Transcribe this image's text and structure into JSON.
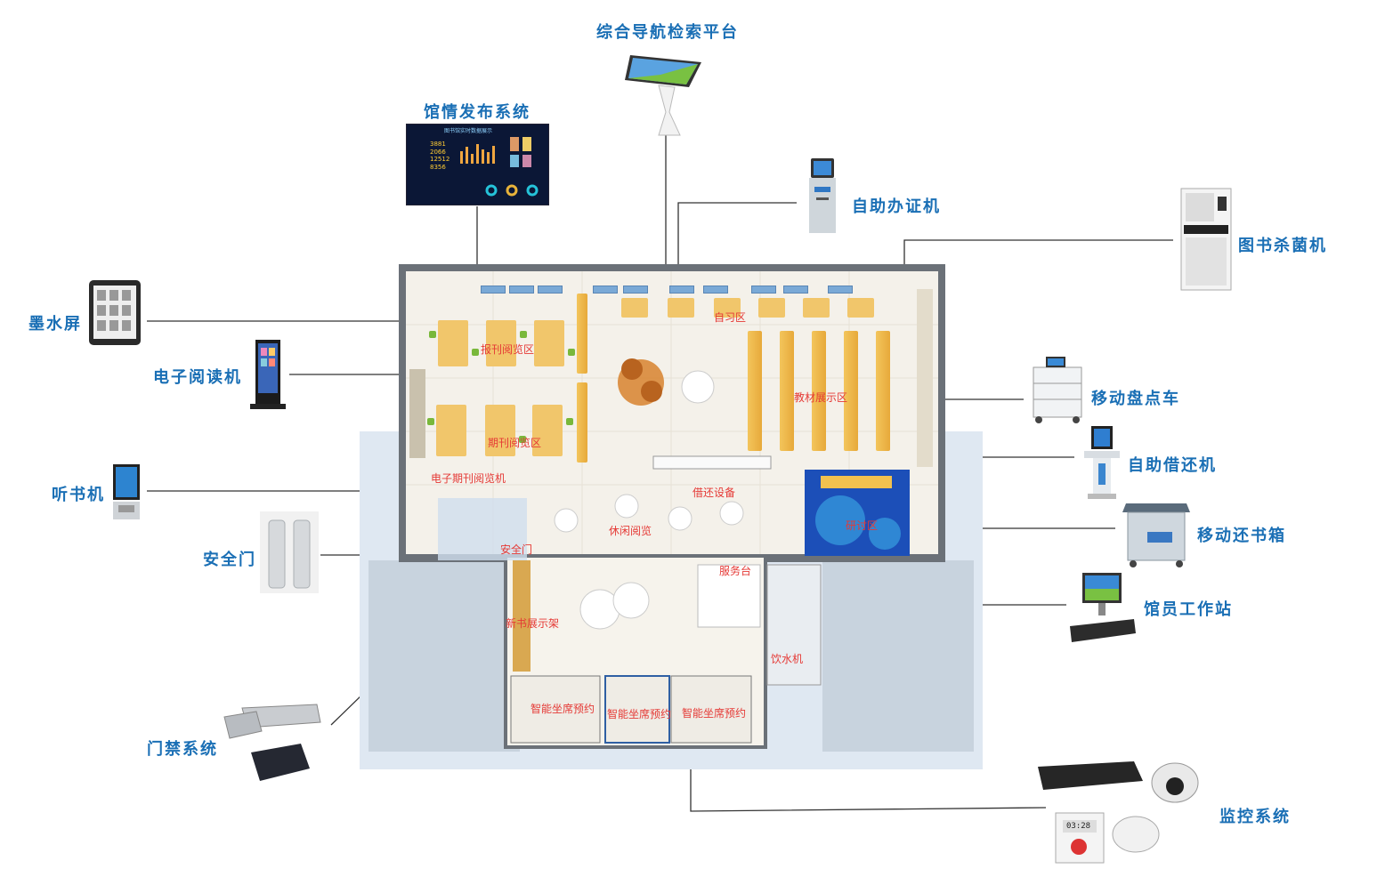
{
  "callouts": {
    "nav_platform": "综合导航检索平台",
    "info_release": "馆情发布系统",
    "self_card": "自助办证机",
    "book_sterilizer": "图书杀菌机",
    "ink_screen": "墨水屏",
    "e_reader": "电子阅读机",
    "mobile_cart": "移动盘点车",
    "self_borrow": "自助借还机",
    "audio_book": "听书机",
    "mobile_return": "移动还书箱",
    "security_gate": "安全门",
    "librarian_station": "馆员工作站",
    "access_control": "门禁系统",
    "monitoring": "监控系统"
  },
  "zones": {
    "self_study": "自习区",
    "newspaper": "报刊阅览区",
    "textbook": "教材展示区",
    "periodical": "期刊阅览区",
    "e_periodical": "电子期刊阅览机",
    "borrow_device": "借还设备",
    "discussion": "研讨区",
    "leisure": "休闲阅览",
    "gate_label": "安全门",
    "service_desk": "服务台",
    "new_books": "新书展示架",
    "water": "饮水机",
    "seat1": "智能坐席预约",
    "seat2": "智能坐席预约",
    "seat3": "智能坐席预约"
  },
  "screen": {
    "header": "图书馆实时数据展示",
    "n1": "3881",
    "n2": "2066",
    "n3": "12512",
    "n4": "8356"
  },
  "clock": "03:28",
  "colors": {
    "callout": "#1a6fb5",
    "zone": "#e53935",
    "leader": "#333333",
    "floor": "#f4f1ea",
    "wall": "#6b7178",
    "shelf": "#f1c14f",
    "carpet": "#1c4fb8"
  }
}
